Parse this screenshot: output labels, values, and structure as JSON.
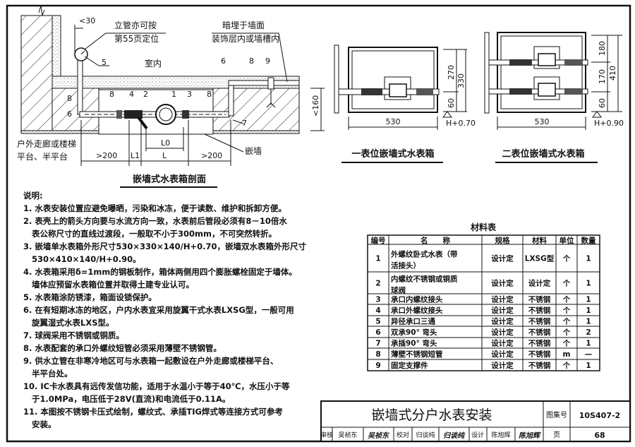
{
  "section": {
    "title": "嵌墙式水表箱剖面",
    "note_riser_1": "立管亦可按",
    "note_riser_2": "第55页定位",
    "note_concealed_1": "暗埋于墙面",
    "note_concealed_2": "装饰层内或墙槽内",
    "indoor": "室内",
    "outdoor_1": "户外走廊或楼梯",
    "outdoor_2": "平台、半平台",
    "embedded_wall": "嵌墙",
    "dim_lt30": "<30",
    "dim_lt160": "<160",
    "dim_gt200_left": ">200",
    "dim_gt200_right": ">200",
    "dim_L1": "L1",
    "dim_L": "L",
    "dim_L0": "L0",
    "tags": [
      "1",
      "2",
      "3",
      "4",
      "5",
      "6",
      "6",
      "7",
      "8",
      "8",
      "8",
      "8",
      "9"
    ]
  },
  "single_box": {
    "title": "一表位嵌墙式水表箱",
    "width": "530",
    "dim_270": "270",
    "dim_60": "60",
    "dim_330": "330",
    "elevation": "H+0.70"
  },
  "double_box": {
    "title": "二表位嵌墙式水表箱",
    "width": "530",
    "dim_180": "180",
    "dim_170": "170",
    "dim_60": "60",
    "dim_410": "410",
    "elevation": "H+0.90"
  },
  "notes": {
    "heading": "说明:",
    "lines": [
      "1. 水表安装位置应避免曝晒，污染和冰冻，便于读数、维护和拆卸方便。",
      "2. 表壳上的箭头方向要与水流方向一致，水表前后管段必须有8－10倍水",
      "   表公称尺寸的直线过渡段，一般取不小于300mm，不可突然转折。",
      "3. 嵌墙单水表箱外形尺寸530×330×140/H+0.70，嵌墙双水表箱外形尺寸",
      "   530×410×140/H+0.90。",
      "4. 水表箱采用δ=1mm的钢板制作，箱体两侧用四个膨胀螺栓固定于墙体。",
      "   墙体应预留水表箱位置并取得土建专业认可。",
      "5. 水表箱涂防锈漆，箱面设锁保护。",
      "6. 在有短期冰冻的地区，户内水表宜采用旋翼干式水表LXSG型，一般可用",
      "   旋翼湿式水表LXS型。",
      "7. 球阀采用不锈钢或铜质。",
      "8. 水表配套的承口外螺纹短管必须采用薄壁不锈钢管。",
      "9. 供水立管在非寒冷地区可与水表箱一起敷设在户外走廊或楼梯平台、",
      "   半平台处。",
      "10. IC卡水表具有远传发信功能，适用于水温小于等于40℃，水压小于等",
      "   于1.0MPa，电压低于28V(直流)和电流低于0.11A。",
      "11. 本图按不锈钢卡压式绘制，螺纹式、承插TIG焊式等连接方式可参考",
      "   安装。"
    ]
  },
  "materials": {
    "title": "材料表",
    "headers": [
      "编号",
      "名　　称",
      "规格",
      "材料",
      "单位",
      "数量"
    ],
    "rows": [
      {
        "no": "1",
        "name": "外螺纹卧式水表（带",
        "name2": "活接头）",
        "spec": "设计定",
        "material": "LXSG型",
        "unit": "个",
        "qty": "1"
      },
      {
        "no": "2",
        "name": "内螺纹不锈钢或铜质",
        "name2": "球阀",
        "spec": "设计定",
        "material": "设计定",
        "unit": "个",
        "qty": "1"
      },
      {
        "no": "3",
        "name": "承口内螺纹接头",
        "spec": "设计定",
        "material": "不锈钢",
        "unit": "个",
        "qty": "1"
      },
      {
        "no": "4",
        "name": "承口外螺纹接头",
        "spec": "设计定",
        "material": "不锈钢",
        "unit": "个",
        "qty": "1"
      },
      {
        "no": "5",
        "name": "异径承口三通",
        "spec": "设计定",
        "material": "不锈钢",
        "unit": "个",
        "qty": "1"
      },
      {
        "no": "6",
        "name": "双承90° 弯头",
        "spec": "设计定",
        "material": "不锈钢",
        "unit": "个",
        "qty": "2"
      },
      {
        "no": "7",
        "name": "承插90° 弯头",
        "spec": "设计定",
        "material": "不锈钢",
        "unit": "个",
        "qty": "1"
      },
      {
        "no": "8",
        "name": "薄壁不锈钢短管",
        "spec": "设计定",
        "material": "不锈钢",
        "unit": "m",
        "qty": "—"
      },
      {
        "no": "9",
        "name": "固定支撑件",
        "spec": "设计定",
        "material": "不锈钢",
        "unit": "个",
        "qty": "1"
      }
    ]
  },
  "title_block": {
    "title": "嵌墙式分户水表安装",
    "atlas_label": "图集号",
    "atlas_no": "10S407-2",
    "review_label": "审核",
    "reviewer": "吴祯东",
    "reviewer_sign": "吴祯东",
    "check_label": "校对",
    "checker": "归谈纯",
    "checker_sign": "归谈纯",
    "design_label": "设计",
    "designer": "陈旭辉",
    "designer_sign": "陈旭辉",
    "page_label": "页",
    "page_no": "68"
  }
}
